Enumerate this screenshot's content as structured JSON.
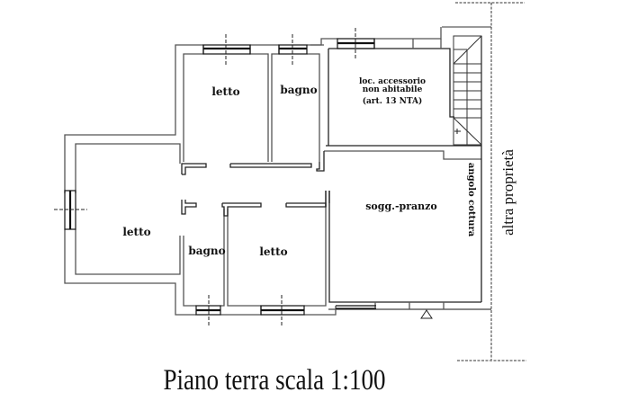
{
  "drawing": {
    "title": "Piano terra scala 1:100",
    "scale": "1:100",
    "floor": "Piano terra"
  },
  "rooms": [
    {
      "id": "letto-top",
      "label": "letto"
    },
    {
      "id": "bagno-top",
      "label": "bagno"
    },
    {
      "id": "loc-accessorio",
      "label_lines": [
        "loc. accessorio",
        "non abitabile",
        "(art. 13 NTA)"
      ]
    },
    {
      "id": "letto-left",
      "label": "letto"
    },
    {
      "id": "bagno-bottom",
      "label": "bagno"
    },
    {
      "id": "letto-bottom",
      "label": "letto"
    },
    {
      "id": "sogg-pranzo",
      "label": "sogg.-pranzo"
    }
  ],
  "annotations": {
    "angolo_cottura": "angolo cottura",
    "altra_proprieta": "altra proprietà"
  },
  "symbols": {
    "entrance": "triangle-entrance-icon",
    "stair_arrow": "stair-arrow-icon"
  },
  "colors": {
    "line": "#222222",
    "wall": "#555555",
    "background": "#ffffff"
  }
}
